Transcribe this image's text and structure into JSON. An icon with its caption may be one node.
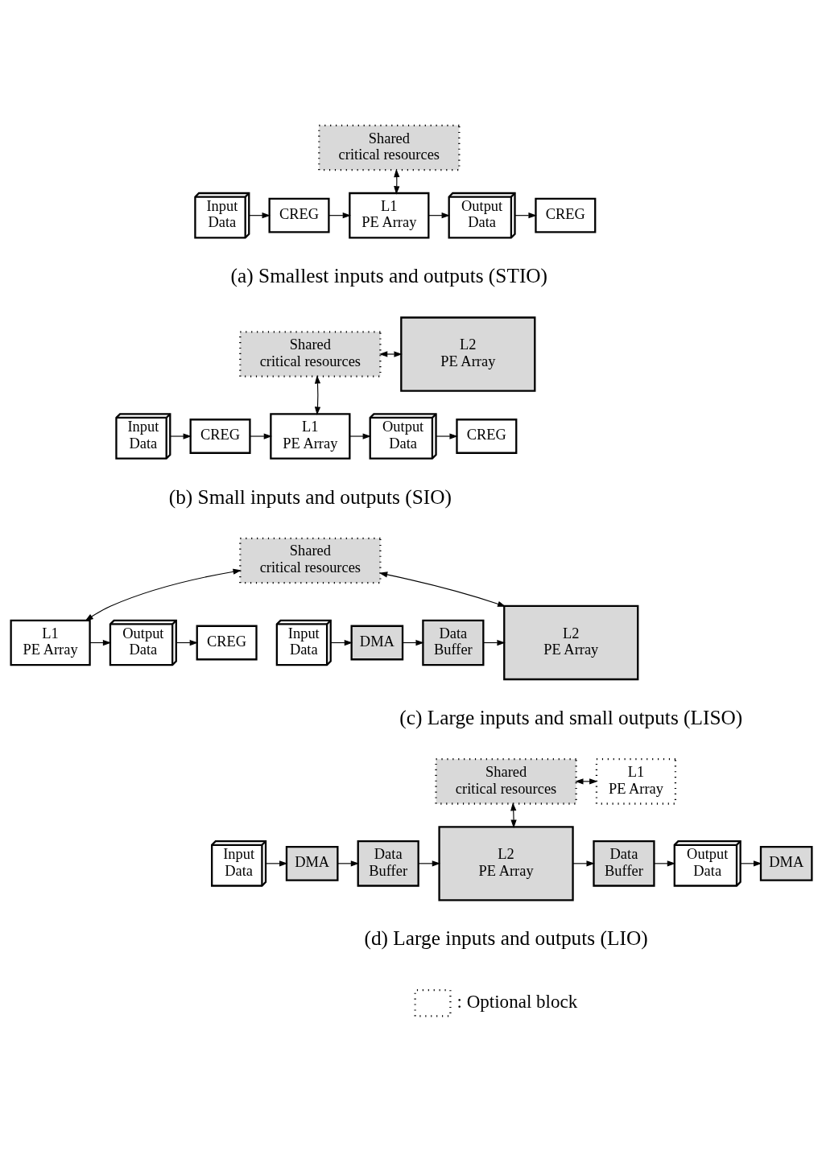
{
  "diagram": {
    "nodes": [
      {
        "text": [
          "Shared critical resources"
        ]
      },
      {
        "text": [
          "Input Data"
        ]
      },
      {
        "text": [
          "CREG"
        ]
      },
      {
        "text": [
          "L1 PE Array"
        ]
      },
      {
        "text": [
          "Output Data"
        ]
      },
      {
        "text": [
          "CREG"
        ]
      },
      {
        "text": [
          "Shared critical resources"
        ]
      },
      {
        "text": [
          "L2 PE Array"
        ]
      },
      {
        "text": [
          "Input Data"
        ]
      },
      {
        "text": [
          "CREG"
        ]
      },
      {
        "text": [
          "L1 PE Array"
        ]
      },
      {
        "text": [
          "Output Data"
        ]
      },
      {
        "text": [
          "CREG"
        ]
      },
      {
        "text": [
          "Shared critical resources"
        ]
      },
      {
        "text": [
          "Input Data"
        ]
      },
      {
        "text": [
          "DMA"
        ]
      },
      {
        "text": [
          "Data Buffer"
        ]
      },
      {
        "text": [
          "L2 PE Array"
        ]
      },
      {
        "text": [
          "L1 PE Array"
        ]
      },
      {
        "text": [
          "Output Data"
        ]
      },
      {
        "text": [
          "CREG"
        ]
      },
      {
        "text": [
          "Shared critical resources"
        ]
      },
      {
        "text": [
          "L1 PE Array"
        ]
      },
      {
        "text": [
          "Input Data"
        ]
      },
      {
        "text": [
          "DMA"
        ]
      },
      {
        "text": [
          "Data Buffer"
        ]
      },
      {
        "text": [
          "L2 PE Array"
        ]
      },
      {
        "text": [
          "Data Buffer"
        ]
      },
      {
        "text": [
          "Output Data"
        ]
      },
      {
        "text": [
          "DMA"
        ]
      }
    ],
    "edges": [
      {
        "from": 1,
        "to": 2,
        "arrow": "to"
      },
      {
        "from": 2,
        "to": 3,
        "arrow": "to"
      },
      {
        "from": 3,
        "to": 0,
        "arrow": "both"
      },
      {
        "from": 3,
        "to": 4,
        "arrow": "to"
      },
      {
        "from": 4,
        "to": 5,
        "arrow": "to"
      },
      {
        "from": 6,
        "to": 7,
        "arrow": "both"
      },
      {
        "from": 8,
        "to": 9,
        "arrow": "to"
      },
      {
        "from": 9,
        "to": 10,
        "arrow": "to"
      },
      {
        "from": 10,
        "to": 6,
        "arrow": "both"
      },
      {
        "from": 10,
        "to": 11,
        "arrow": "to"
      },
      {
        "from": 11,
        "to": 12,
        "arrow": "to"
      },
      {
        "from": 14,
        "to": 15,
        "arrow": "to"
      },
      {
        "from": 15,
        "to": 16,
        "arrow": "to"
      },
      {
        "from": 16,
        "to": 17,
        "arrow": "to"
      },
      {
        "from": 17,
        "to": 13,
        "arrow": "both"
      },
      {
        "from": 13,
        "to": 18,
        "arrow": "both"
      },
      {
        "from": 18,
        "to": 19,
        "arrow": "to"
      },
      {
        "from": 19,
        "to": 20,
        "arrow": "to"
      },
      {
        "from": 21,
        "to": 22,
        "arrow": "both"
      },
      {
        "from": 23,
        "to": 24,
        "arrow": "to"
      },
      {
        "from": 24,
        "to": 25,
        "arrow": "to"
      },
      {
        "from": 25,
        "to": 26,
        "arrow": "to"
      },
      {
        "from": 26,
        "to": 21,
        "arrow": "both"
      },
      {
        "from": 26,
        "to": 27,
        "arrow": "to"
      },
      {
        "from": 27,
        "to": 28,
        "arrow": "to"
      },
      {
        "from": 28,
        "to": 29,
        "arrow": "to"
      }
    ],
    "labels": [
      "(a) Smallest inputs and outputs (STIO)",
      "(b) Small inputs and outputs (SIO)",
      "(c) Large inputs and small outputs (LISO)",
      "(d) Large inputs and outputs (LIO)"
    ],
    "legend": [
      {
        "text": ": Optional block"
      }
    ]
  }
}
